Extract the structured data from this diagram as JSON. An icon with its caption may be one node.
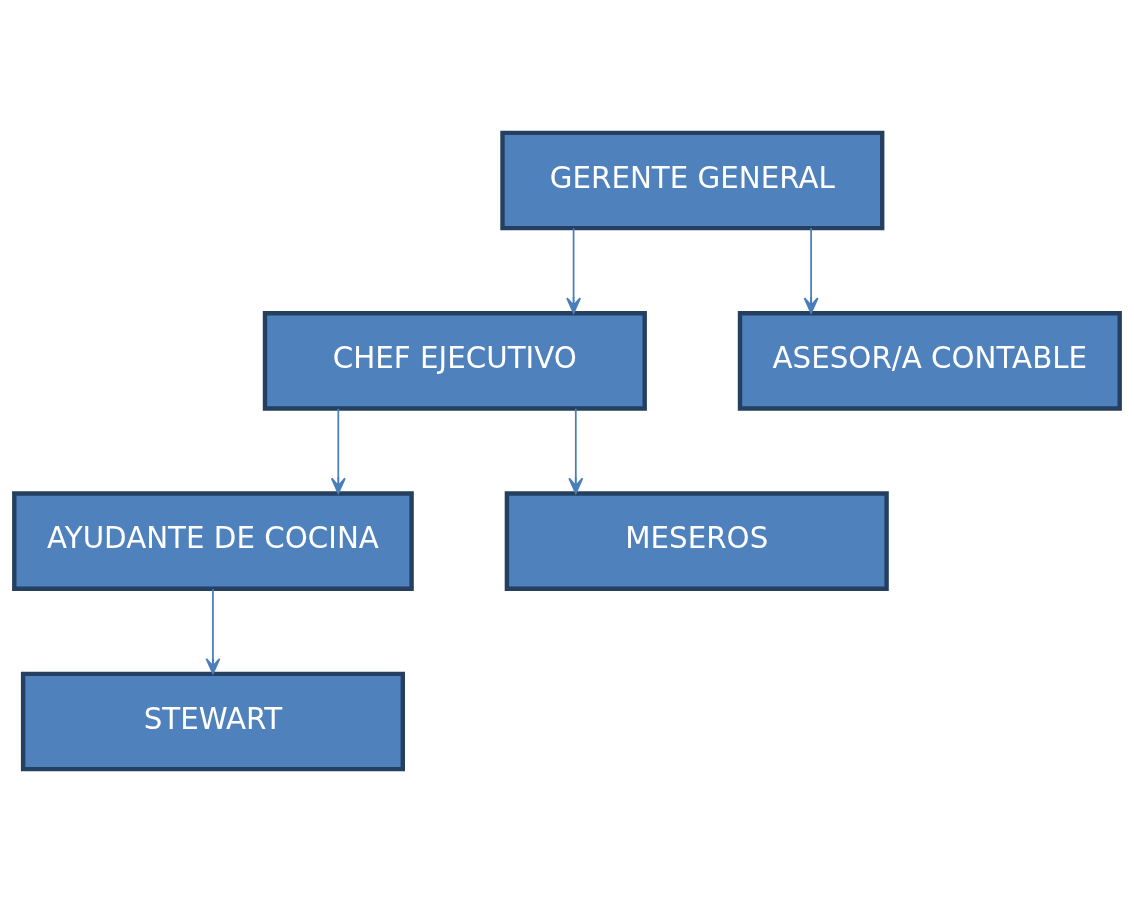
{
  "diagram": {
    "nodes": [
      {
        "text": [
          "GERENTE GENERAL"
        ]
      },
      {
        "text": [
          "CHEF EJECUTIVO"
        ]
      },
      {
        "text": [
          "ASESOR/A CONTABLE"
        ]
      },
      {
        "text": [
          "AYUDANTE DE COCINA"
        ]
      },
      {
        "text": [
          "MESEROS"
        ]
      },
      {
        "text": [
          "STEWART"
        ]
      }
    ],
    "edges": [
      {
        "from": 0,
        "to": 1,
        "arrow": "to"
      },
      {
        "from": 0,
        "to": 2,
        "arrow": "to"
      },
      {
        "from": 1,
        "to": 3,
        "arrow": "to"
      },
      {
        "from": 1,
        "to": 4,
        "arrow": "to"
      },
      {
        "from": 3,
        "to": 5,
        "arrow": "to"
      }
    ]
  }
}
